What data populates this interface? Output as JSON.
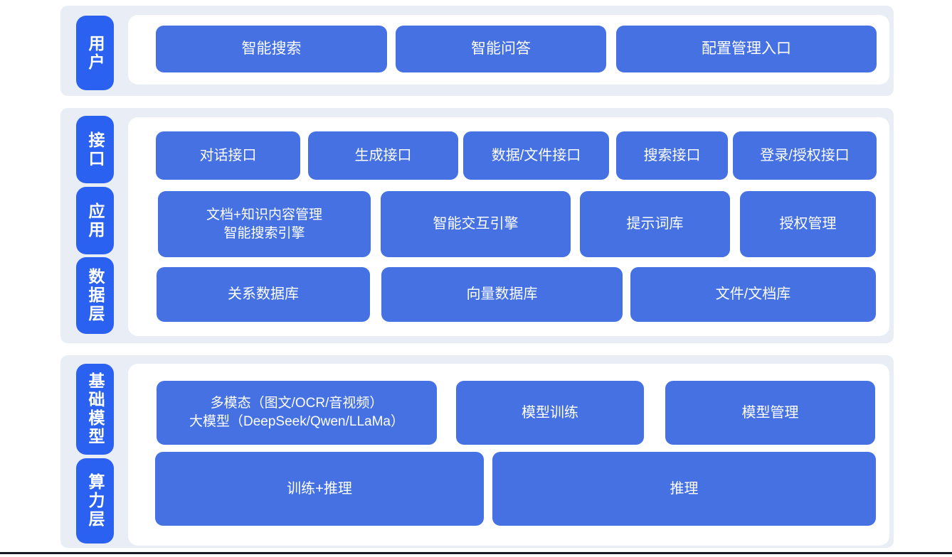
{
  "colors": {
    "button_blue": "#4571e3",
    "layer_label_blue": "#2b61f0",
    "section_background": "#e9eef6",
    "panel_background": "#ffffff",
    "text_white": "#ffffff",
    "bottom_rule": "#171a21"
  },
  "diagram": {
    "sections": [
      {
        "layers": [
          {
            "label": "用户"
          }
        ],
        "rows": [
          {
            "buttons": [
              {
                "label": "智能搜索"
              },
              {
                "label": "智能问答"
              },
              {
                "label": "配置管理入口"
              }
            ]
          }
        ]
      },
      {
        "layers": [
          {
            "label": "接口"
          },
          {
            "label": "应用"
          },
          {
            "label": "数据层"
          }
        ],
        "rows": [
          {
            "buttons": [
              {
                "label": "对话接口"
              },
              {
                "label": "生成接口"
              },
              {
                "label": "数据/文件接口"
              },
              {
                "label": "搜索接口"
              },
              {
                "label": "登录/授权接口"
              }
            ]
          },
          {
            "buttons": [
              {
                "lines": [
                  "文档+知识内容管理",
                  "智能搜索引擎"
                ]
              },
              {
                "label": "智能交互引擎"
              },
              {
                "label": "提示词库"
              },
              {
                "label": "授权管理"
              }
            ]
          },
          {
            "buttons": [
              {
                "label": "关系数据库"
              },
              {
                "label": "向量数据库"
              },
              {
                "label": "文件/文档库"
              }
            ]
          }
        ]
      },
      {
        "layers": [
          {
            "label": "基础模型"
          },
          {
            "label": "算力层"
          }
        ],
        "rows": [
          {
            "buttons": [
              {
                "lines": [
                  "多模态（图文/OCR/音视频）",
                  "大模型（DeepSeek/Qwen/LLaMa）"
                ]
              },
              {
                "label": "模型训练"
              },
              {
                "label": "模型管理"
              }
            ]
          },
          {
            "buttons": [
              {
                "label": "训练+推理"
              },
              {
                "label": "推理"
              }
            ]
          }
        ]
      }
    ]
  }
}
